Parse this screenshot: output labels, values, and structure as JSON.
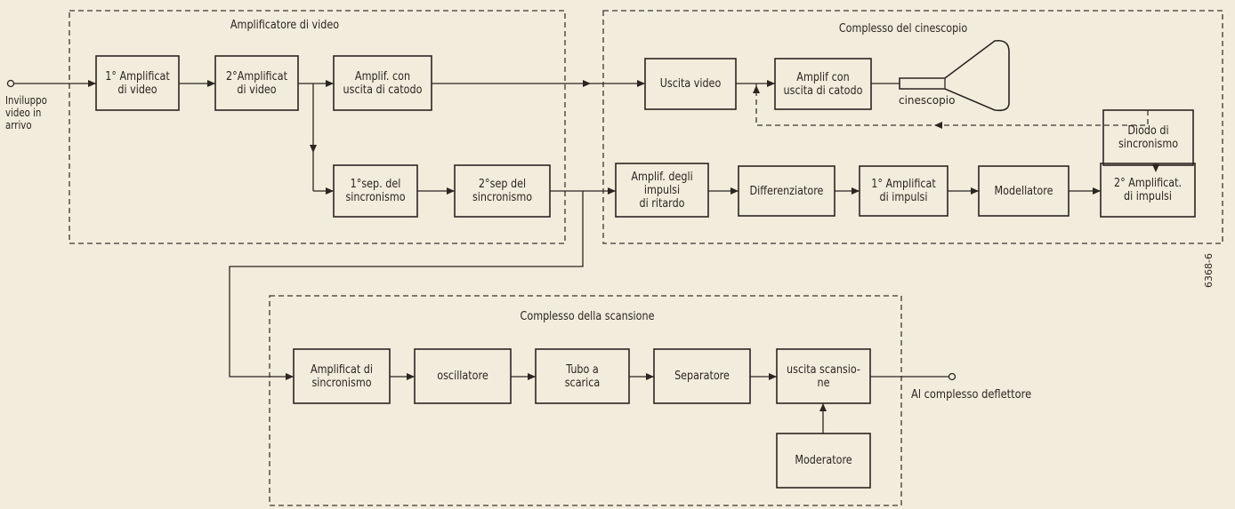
{
  "groups": {
    "video": "Amplificatore di video",
    "kinescope": "Complesso del cinescopio",
    "scan": "Complesso della scansione"
  },
  "input_label": "Inviluppo\nvideo in\narrivo",
  "output_label": "Al complesso deflettore",
  "cinescopio_label": "cinescopio",
  "figure_code": "6368-6",
  "blocks": {
    "amp1": "1° Amplificat\ndi video",
    "amp2": "2°Amplificat\ndi video",
    "amp_cathode": "Amplif. con\nuscita di catodo",
    "sep1": "1°sep. del\nsincronismo",
    "sep2": "2°sep del\nsincronismo",
    "video_out": "Uscita video",
    "amp_cathode2": "Amplif con\nuscita di catodo",
    "sync_diode": "Diodo di\nsincronismo",
    "delay_amp": "Amplif. degli\nimpulsi\ndi ritardo",
    "differentiator": "Differenziatore",
    "pulse_amp1": "1° Amplificat\ndi impulsi",
    "shaper": "Modellatore",
    "pulse_amp2": "2° Amplificat.\ndi impulsi",
    "sync_amp": "Amplificat di\nsincronismo",
    "oscillator": "oscillatore",
    "discharge_tube": "Tubo a\nscarica",
    "separator": "Separatore",
    "scan_out": "uscita scansio-\nne",
    "moderator": "Moderatore"
  }
}
